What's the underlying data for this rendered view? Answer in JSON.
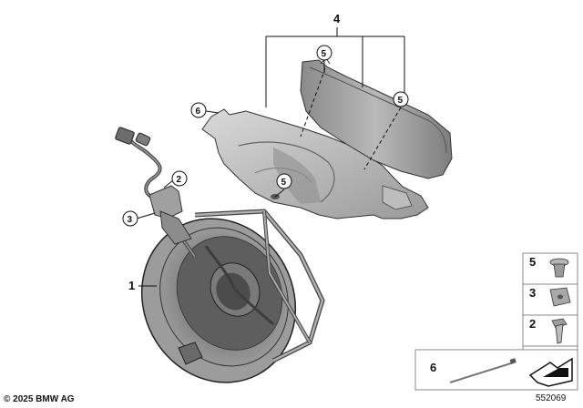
{
  "callouts": {
    "c1": "1",
    "c2": "2",
    "c3": "3",
    "c4": "4",
    "c5a": "5",
    "c5b": "5",
    "c5c": "5",
    "c6": "6"
  },
  "legend": {
    "items": [
      {
        "label": "5",
        "icon": "clip-rivet-icon"
      },
      {
        "label": "3",
        "icon": "spring-nut-icon"
      },
      {
        "label": "2",
        "icon": "hex-screw-icon"
      },
      {
        "label": "6",
        "icon": "cable-tie-icon"
      }
    ]
  },
  "footer": {
    "copyright": "© 2025 BMW AG",
    "diagram_id": "552069"
  },
  "colors": {
    "part_fill": "#a8a8a8",
    "part_dark": "#6f6f6f",
    "part_light": "#d2d2d2",
    "line": "#1a1a1a"
  }
}
